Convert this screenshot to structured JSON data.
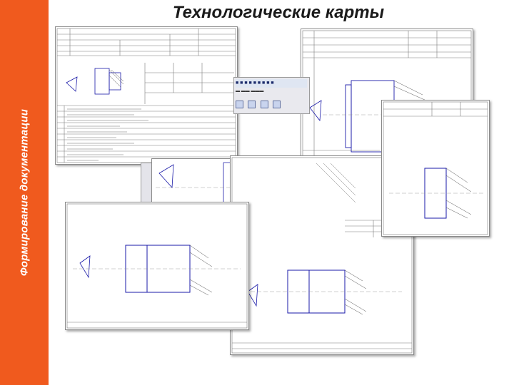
{
  "slide": {
    "title": "Технологические карты",
    "side_label": "Формирование документации"
  },
  "colors": {
    "accent": "#f05a1e",
    "drawing_blue": "#1a1aa8",
    "hatch": "#555555"
  },
  "icons": [
    "window-toolbar",
    "tool-palette",
    "technical-drawing"
  ]
}
